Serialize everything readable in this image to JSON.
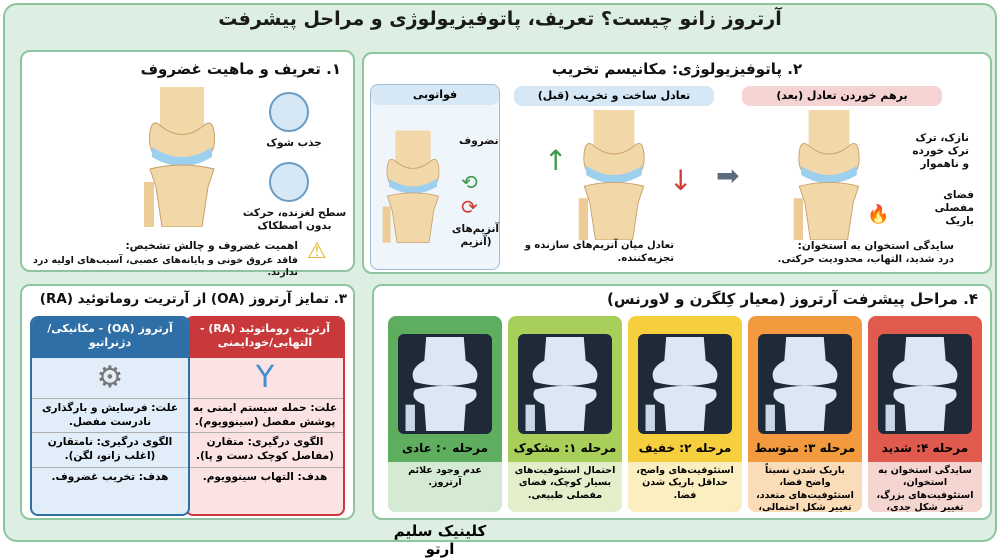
{
  "title": "آرتروز زانو چیست؟ تعریف، پاتوفیزیولوژی و مراحل پیشرفت",
  "section1": {
    "title": "۱. تعریف و ماهیت غضروف",
    "shock": "جذب شوک",
    "smooth": "سطح لغزنده، حرکت بدون اصطکاک",
    "warning_title": "اهمیت غضروف و چالش تشخیص:",
    "warning_text": "فاقد عروق خونی و پایانه‌های عصبی، آسیب‌های اولیه درد ندارند.",
    "icons": [
      "spring-icon",
      "layers-icon",
      "warning-icon"
    ]
  },
  "section2": {
    "title": "۲. پاتوفیزیولوژی: مکانیسم تخریب",
    "legend_header": "فواتوبی",
    "cartilage": "نضروف",
    "enzymes": "آنزیم‌های (آنزیم",
    "before_header": "تعادل ساخت و تخریب (قبل)",
    "before_caption": "تعادل میان آنزیم‌های سازنده و تجزیه‌کننده.",
    "after_header": "برهم خوردن تعادل (بعد)",
    "after_label1": "نازک، ترک ترک خورده و ناهموار",
    "after_label2": "فضای مفصلی باریک",
    "after_caption_title": "سایدگی استخوان به استخوان:",
    "after_caption": "درد شدید، التهاب، محدودیت حرکتی.",
    "colors": {
      "before": "#d6e8f5",
      "after": "#f6d3d3"
    }
  },
  "section3": {
    "title": "۳. تمایز آرتروز (OA) از آرتریت روماتوئید (RA)",
    "ra": {
      "header": "آرتریت روماتوئید (RA) - التهابی/خودایمنی",
      "cause": "علت: حمله سیستم ایمنی به پوشش مفصل (سینوویوم).",
      "pattern": "الگوی درگیری: متقارن (مفاصل کوچک دست و پا).",
      "target": "هدف: التهاب سینوویوم.",
      "color": "#c9383a",
      "icon": "antibody-icon"
    },
    "oa": {
      "header": "آرتروز (OA) - مکانیکی/دژنراتیو",
      "cause": "علت: فرسایش و بارگذاری نادرست مفصل.",
      "pattern": "الگوی درگیری: نامتقارن (اغلب زانو، لگن).",
      "target": "هدف: تخریب غضروف.",
      "color": "#2f6fa8",
      "icon": "gear-icon"
    }
  },
  "section4": {
    "title": "۴. مراحل پیشرفت آرتروز (معیار کِلگرن و لاورنس)",
    "stages": [
      {
        "label": "مرحله ۴: شدید",
        "desc": "سایدگی استخوان به استخوان، استئوفیت‌های بزرگ، تغییر شکل جدی، عملکرد مختل.",
        "color": "#e05a4e",
        "light": "#f5d5d0"
      },
      {
        "label": "مرحله ۳: متوسط",
        "desc": "باریک شدن نسبتاً واضح فضا، استئوفیت‌های متعدد، تغییر شکل احتمالی، همراه با درد.",
        "color": "#f29a3d",
        "light": "#fbdcb8"
      },
      {
        "label": "مرحله ۲: خفیف",
        "desc": "استئوفیت‌های واضح، حداقل باریک شدن فضا.",
        "color": "#f6cf3e",
        "light": "#fbeec0"
      },
      {
        "label": "مرحله ۱: مشکوک",
        "desc": "احتمال استئوفیت‌های بسیار کوچک، فضای مفصلی طبیعی.",
        "color": "#a8cf5a",
        "light": "#e3efcb"
      },
      {
        "label": "مرحله ۰: عادی",
        "desc": "عدم وجود علائم آرتروز.",
        "color": "#5fae5f",
        "light": "#d4ead2"
      }
    ]
  },
  "footer": "کلینیک سلیم ارتو"
}
